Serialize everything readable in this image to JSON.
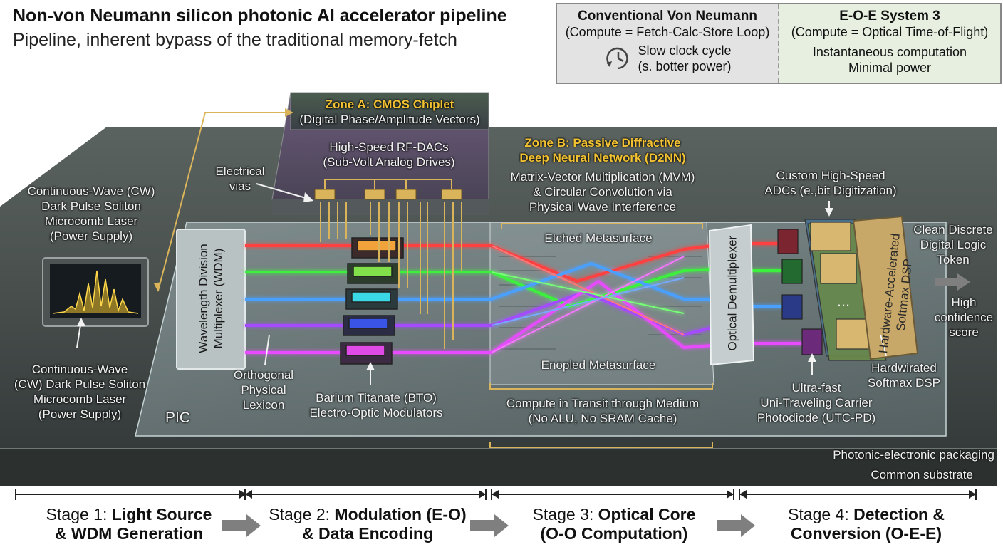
{
  "title": "Non-von Neumann silicon photonic AI accelerator pipeline",
  "subtitle": "Pipeline, inherent bypass of the traditional memory-fetch",
  "comparison": {
    "left": {
      "heading": "Conventional Von Neumann",
      "subheading": "(Compute = Fetch-Calc-Store Loop)",
      "line1": "Slow clock cycle",
      "line2": "(s. botter power)"
    },
    "right": {
      "heading": "E-O-E System 3",
      "subheading": "(Compute = Optical Time-of-Flight)",
      "line1": "Instantaneous computation",
      "line2": "Minimal power"
    }
  },
  "zones": {
    "a_title": "Zone A: CMOS Chiplet",
    "a_sub": "(Digital Phase/Amplitude Vectors)",
    "dacs_1": "High-Speed RF-DACs",
    "dacs_2": "(Sub-Volt Analog Drives)",
    "b_title_1": "Zone B: Passive Diffractive",
    "b_title_2": "Deep Neural Network (D2NN)",
    "b_desc_1": "Matrix-Vector Multiplication (MVM)",
    "b_desc_2": "& Circular Convolution via",
    "b_desc_3": "Physical Wave Interference"
  },
  "labels": {
    "vias_1": "Electrical",
    "vias_2": "vias",
    "laser_top": [
      "Continuous-Wave (CW)",
      "Dark Pulse Soliton",
      "Microcomb Laser",
      "(Power Supply)"
    ],
    "laser_bottom": [
      "Continuous-Wave",
      "(CW) Dark Pulse Soliton",
      "Microcomb Laser",
      "(Power Supply)"
    ],
    "wdm": [
      "Wavelength Division",
      "Multiplexer (WDM)"
    ],
    "lexicon": [
      "Orthogonal",
      "Physical",
      "Lexicon"
    ],
    "bto": [
      "Barium Titanate (BTO)",
      "Electro-Optic Modulators"
    ],
    "pic": "PIC",
    "etched": "Etched Metasurface",
    "enopled": "Enopled Metasurface",
    "transit_1": "Compute in Transit through Medium",
    "transit_2": "(No ALU, No SRAM Cache)",
    "demux": "Optical Demultiplexer",
    "adc_1": "Custom High-Speed",
    "adc_2": "ADCs (e.,bit Digitization)",
    "dsp_block_1": "Hardware-Accelerated",
    "dsp_block_2": "Softmax DSP",
    "ellipsis": "...",
    "output_1": "Clean Discrete",
    "output_2": "Digital Logic",
    "output_3": "Token",
    "score_1": "High",
    "score_2": "confidence",
    "score_3": "score",
    "hardwired_1": "Hardwirated",
    "hardwired_2": "Softmax DSP",
    "utc_1": "Ultra-fast",
    "utc_2": "Uni-Traveling Carrier",
    "utc_3": "Photodiode (UTC-PD)",
    "packaging": "Photonic-electronic packaging",
    "substrate": "Common substrate"
  },
  "stages": [
    {
      "prefix": "Stage 1: ",
      "bold1": "Light Source",
      "line2": "& WDM Generation"
    },
    {
      "prefix": "Stage 2: ",
      "bold1": "Modulation (E-O)",
      "line2": "& Data Encoding"
    },
    {
      "prefix": "Stage 3: ",
      "bold1": "Optical Core",
      "line2": "(O-O Computation)"
    },
    {
      "prefix": "Stage 4: ",
      "bold1": "Detection &",
      "line2": "Conversion (O-E-E)"
    }
  ],
  "colors": {
    "substrate": "#3f4745",
    "substrate_top": "#5b6360",
    "pic_glass": "#8fa3a6",
    "zone_a": "#5d6a5c",
    "accent_gold": "#d9b45a",
    "beam_red": "#ff3b3b",
    "beam_green": "#39e639",
    "beam_blue": "#3b8cff",
    "beam_violet": "#9a3bff",
    "beam_magenta": "#e63bff"
  },
  "icons": [
    "clock-icon",
    "arrow-right-icon"
  ]
}
